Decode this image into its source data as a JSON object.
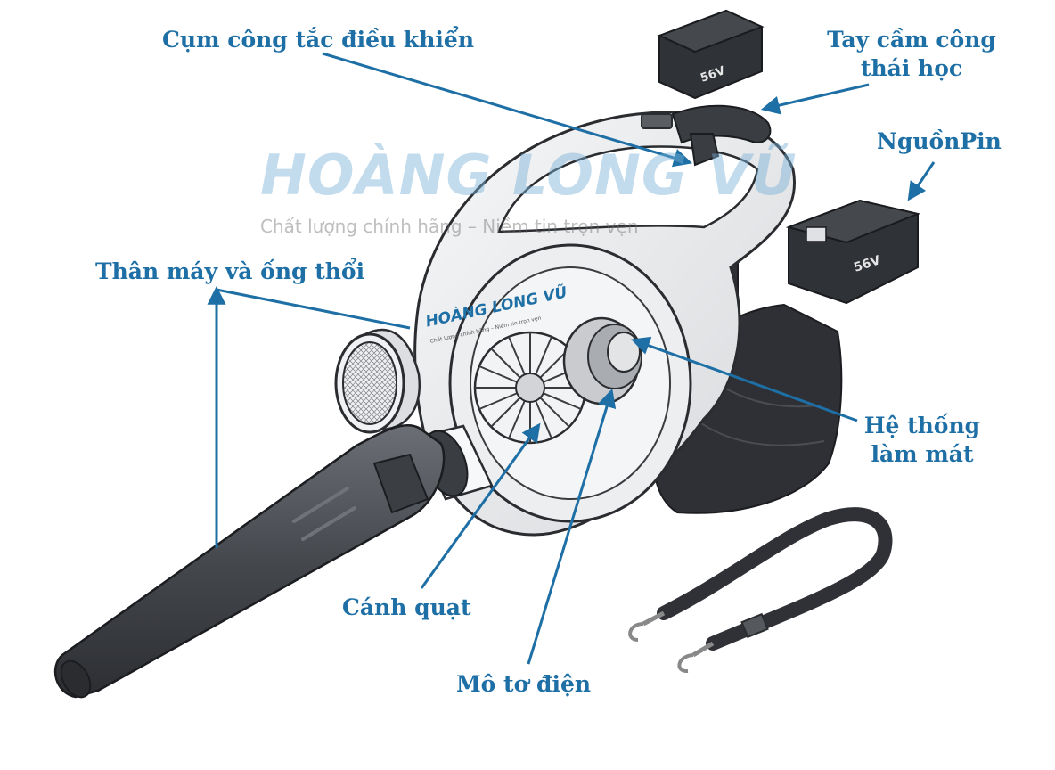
{
  "labels": {
    "control_switch": "Cụm công tắc điều khiển",
    "handle_line1": "Tay cầm công",
    "handle_line2": "thái học",
    "battery": "NguồnPin",
    "body_tube": "Thân máy và ống thổi",
    "cooling_line1": "Hệ thống",
    "cooling_line2": "làm mát",
    "fan": "Cánh quạt",
    "motor": "Mô tơ điện"
  },
  "watermark": {
    "brand": "HOÀNG LONG VŨ",
    "slogan": "Chất lượng chính hãng – Niềm tin trọn vẹn"
  },
  "battery_marking": "56V",
  "colors": {
    "label_text": "#1d6fa5",
    "leader_line": "#1d6fa5",
    "housing": "#e9eaec",
    "dark_part": "#3c3f44",
    "outline": "#2a2c30"
  }
}
